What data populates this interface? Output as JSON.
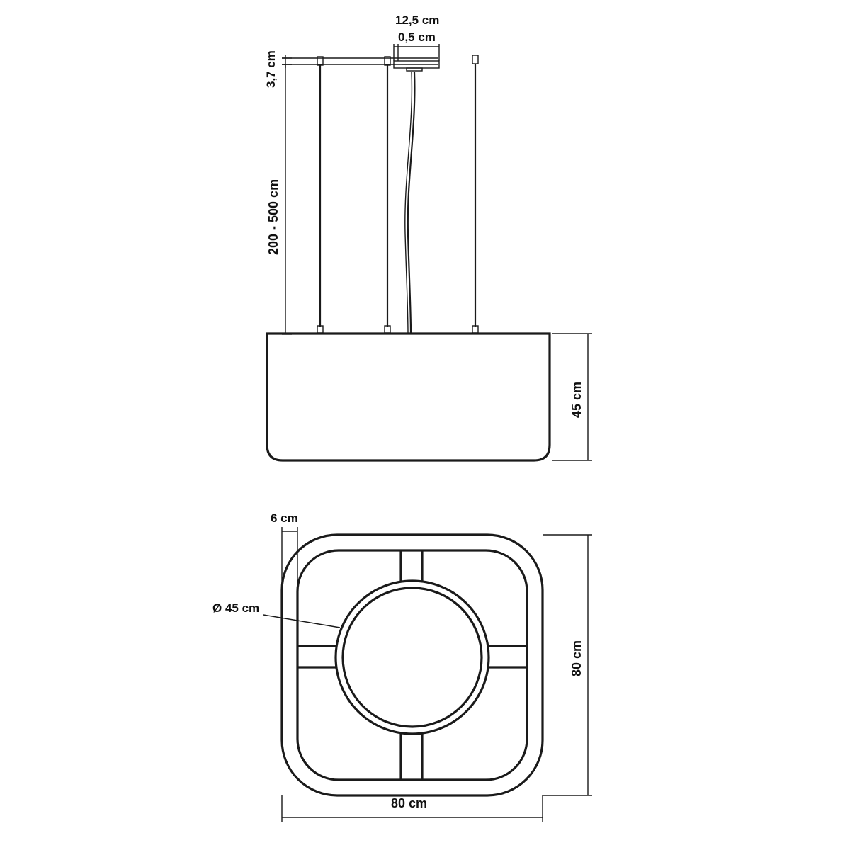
{
  "dimensions": {
    "canopy_width": "12,5 cm",
    "canopy_offset": "0,5 cm",
    "canopy_height": "3,7 cm",
    "suspension_length": "200 - 500 cm",
    "shade_height": "45 cm",
    "frame_width": "6 cm",
    "inner_diameter": "Ø 45 cm",
    "overall_depth": "80 cm",
    "overall_width": "80 cm"
  },
  "colors": {
    "line": "#1a1a1a",
    "background": "#ffffff"
  }
}
